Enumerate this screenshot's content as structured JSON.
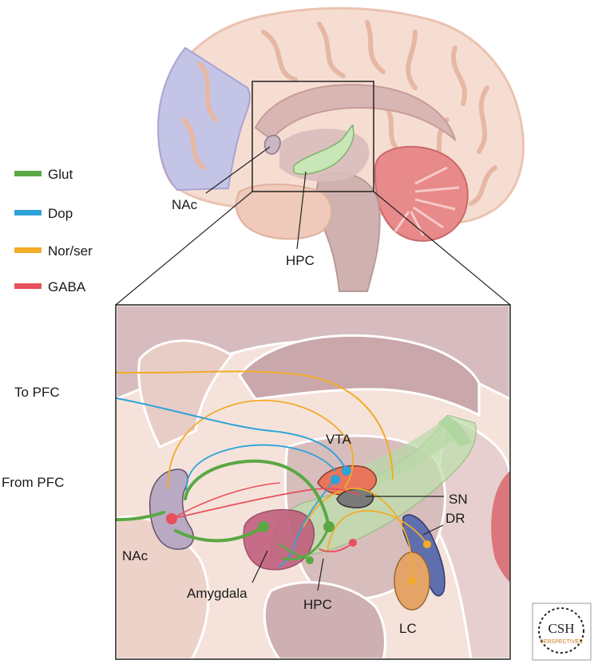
{
  "legend": {
    "items": [
      {
        "label": "Glut",
        "color": "#5aa844"
      },
      {
        "label": "Dop",
        "color": "#2ea3d8"
      },
      {
        "label": "Nor/ser",
        "color": "#f3ab28"
      },
      {
        "label": "GABA",
        "color": "#e8505b"
      }
    ]
  },
  "top_labels": {
    "nac": "NAc",
    "hpc": "HPC"
  },
  "inset_labels": {
    "to_pfc": "To PFC",
    "from_pfc": "From PFC",
    "vta": "VTA",
    "sn": "SN",
    "dr": "DR",
    "nac": "NAc",
    "amygdala": "Amygdala",
    "hpc": "HPC",
    "lc": "LC"
  },
  "logo": {
    "main": "CSH",
    "sub": "PERSPECTIVES"
  }
}
